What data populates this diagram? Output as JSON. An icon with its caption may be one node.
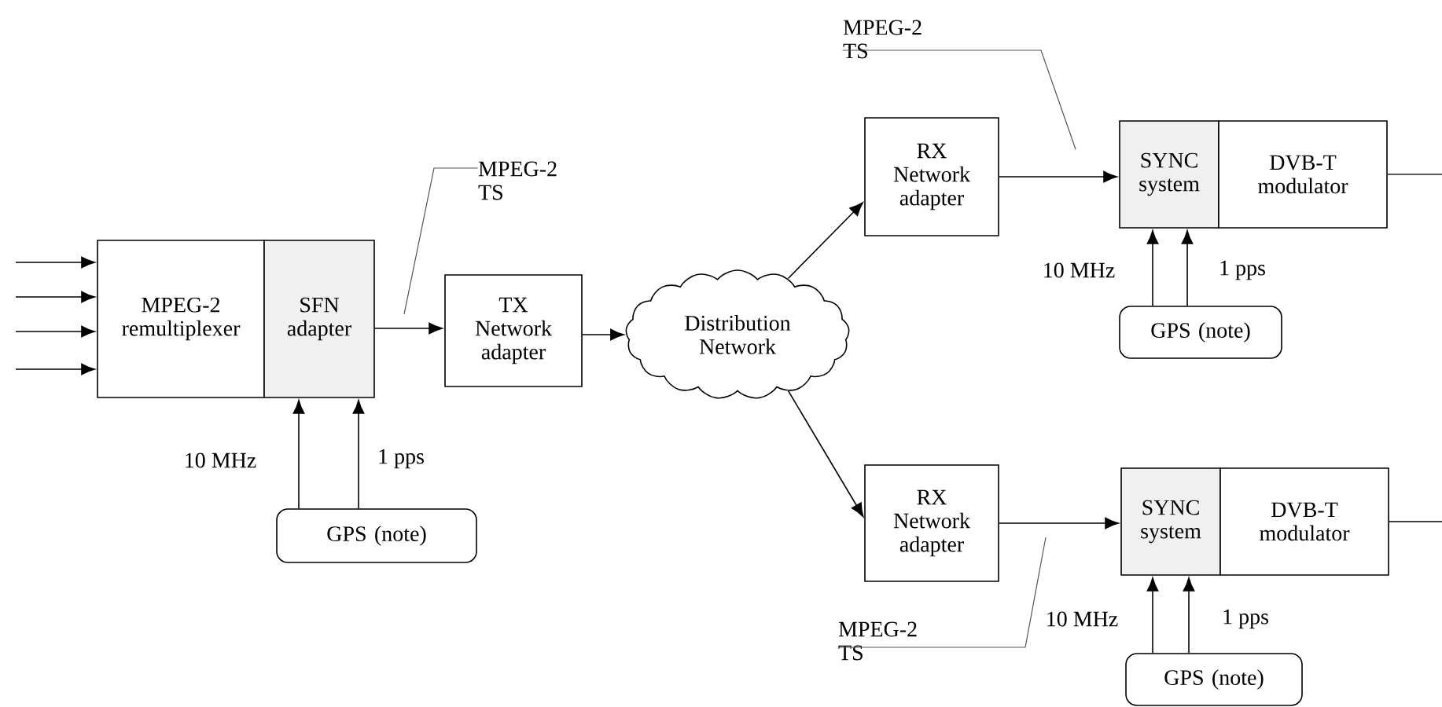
{
  "diagram": {
    "nodes": [
      {
        "text": [
          "MPEG-2 remultiplexer"
        ]
      },
      {
        "text": [
          "SFN adapter"
        ]
      },
      {
        "text": [
          "TX Network adapter"
        ]
      },
      {
        "text": [
          "Distribution Network"
        ]
      },
      {
        "text": [
          "RX Network adapter"
        ]
      },
      {
        "text": [
          "SYNC system"
        ]
      },
      {
        "text": [
          "DVB-T modulator"
        ]
      },
      {
        "text": [
          "GPS (note)"
        ]
      },
      {
        "text": [
          "RX Network adapter"
        ]
      },
      {
        "text": [
          "SYNC system"
        ]
      },
      {
        "text": [
          "DVB-T modulator"
        ]
      },
      {
        "text": [
          "GPS (note)"
        ]
      },
      {
        "text": [
          "GPS (note)"
        ]
      },
      {
        "text": [
          "MPEG-2 TS"
        ]
      },
      {
        "text": [
          "MPEG-2 TS"
        ]
      },
      {
        "text": [
          "MPEG-2 TS"
        ]
      }
    ],
    "edges": [
      {
        "from": null,
        "to": 0,
        "arrow": "to"
      },
      {
        "from": null,
        "to": 0,
        "arrow": "to"
      },
      {
        "from": null,
        "to": 0,
        "arrow": "to"
      },
      {
        "from": null,
        "to": 0,
        "arrow": "to"
      },
      {
        "from": 1,
        "to": 2,
        "arrow": "to"
      },
      {
        "from": 2,
        "to": 3,
        "arrow": "to"
      },
      {
        "from": 3,
        "to": 4,
        "arrow": "to"
      },
      {
        "from": 3,
        "to": 8,
        "arrow": "to"
      },
      {
        "from": 4,
        "to": 5,
        "arrow": "to"
      },
      {
        "from": 8,
        "to": 9,
        "arrow": "to"
      },
      {
        "from": 6,
        "to": null,
        "arrow": "none"
      },
      {
        "from": 10,
        "to": null,
        "arrow": "none"
      },
      {
        "from": 12,
        "to": 1,
        "arrow": "to",
        "label": "10 MHz"
      },
      {
        "from": 12,
        "to": 1,
        "arrow": "to",
        "label": "1 pps"
      },
      {
        "from": 7,
        "to": 5,
        "arrow": "to",
        "label": "10 MHz"
      },
      {
        "from": 7,
        "to": 5,
        "arrow": "to",
        "label": "1 pps"
      },
      {
        "from": 11,
        "to": 9,
        "arrow": "to",
        "label": "10 MHz"
      },
      {
        "from": 11,
        "to": 9,
        "arrow": "to",
        "label": "1 pps"
      },
      {
        "from": 13,
        "to": null,
        "arrow": "none",
        "color": "#555555"
      },
      {
        "from": 14,
        "to": null,
        "arrow": "none",
        "color": "#555555"
      },
      {
        "from": 15,
        "to": null,
        "arrow": "none",
        "color": "#555555"
      }
    ]
  }
}
